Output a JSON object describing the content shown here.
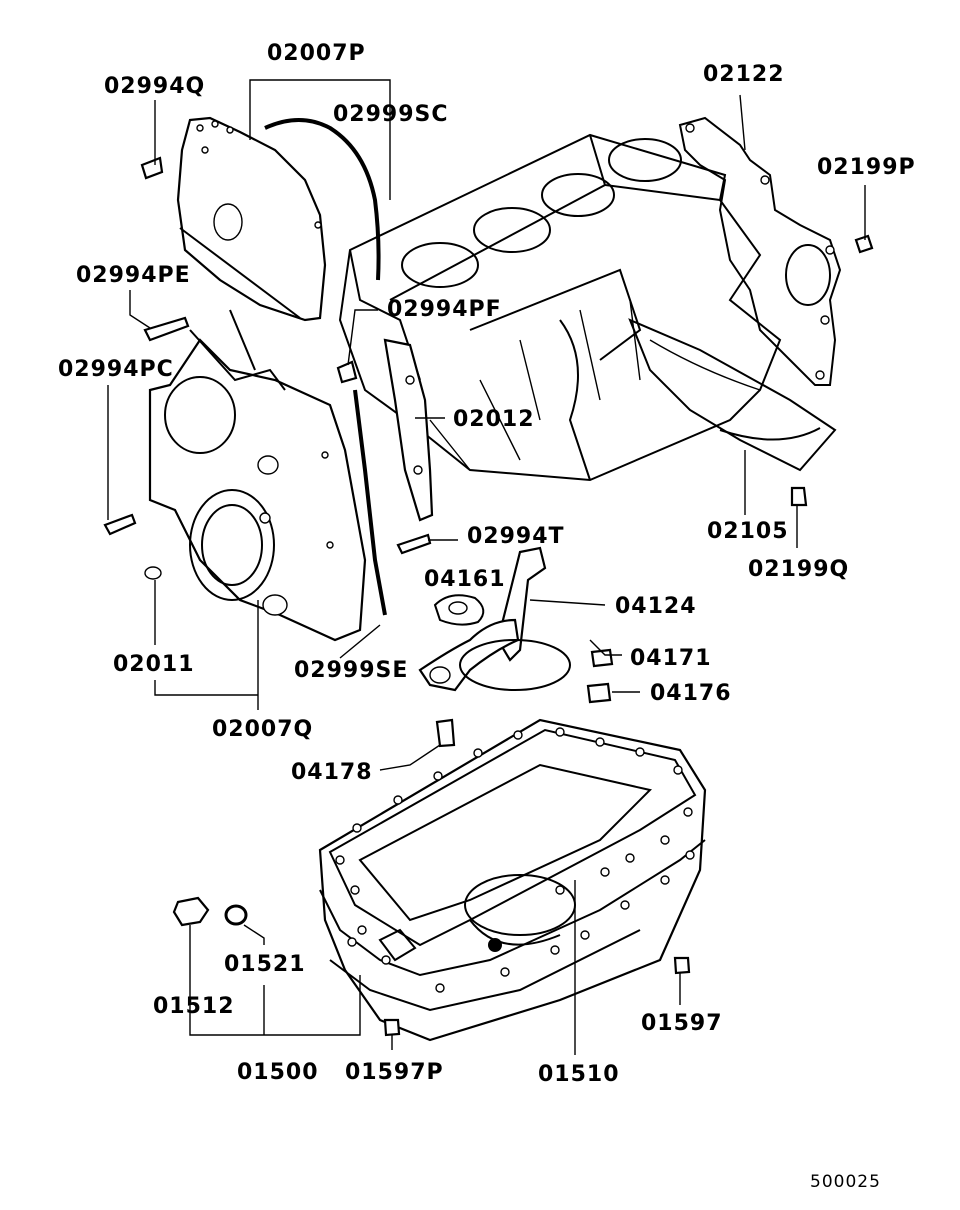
{
  "diagram": {
    "background": "#ffffff",
    "ink": "#000000",
    "reference_number": "500025",
    "parts": {
      "p02007P": "02007P",
      "p02994Q": "02994Q",
      "p02999SC": "02999SC",
      "p02122": "02122",
      "p02199P": "02199P",
      "p02994PE": "02994PE",
      "p02994PF": "02994PF",
      "p02994PC": "02994PC",
      "p02012": "02012",
      "p02105": "02105",
      "p02994T": "02994T",
      "p02199Q": "02199Q",
      "p04161": "04161",
      "p04124": "04124",
      "p02011": "02011",
      "p04171": "04171",
      "p02999SE": "02999SE",
      "p04176": "04176",
      "p02007Q": "02007Q",
      "p04178": "04178",
      "p01521": "01521",
      "p01512": "01512",
      "p01597": "01597",
      "p01500": "01500",
      "p01597P": "01597P",
      "p01510": "01510"
    }
  }
}
